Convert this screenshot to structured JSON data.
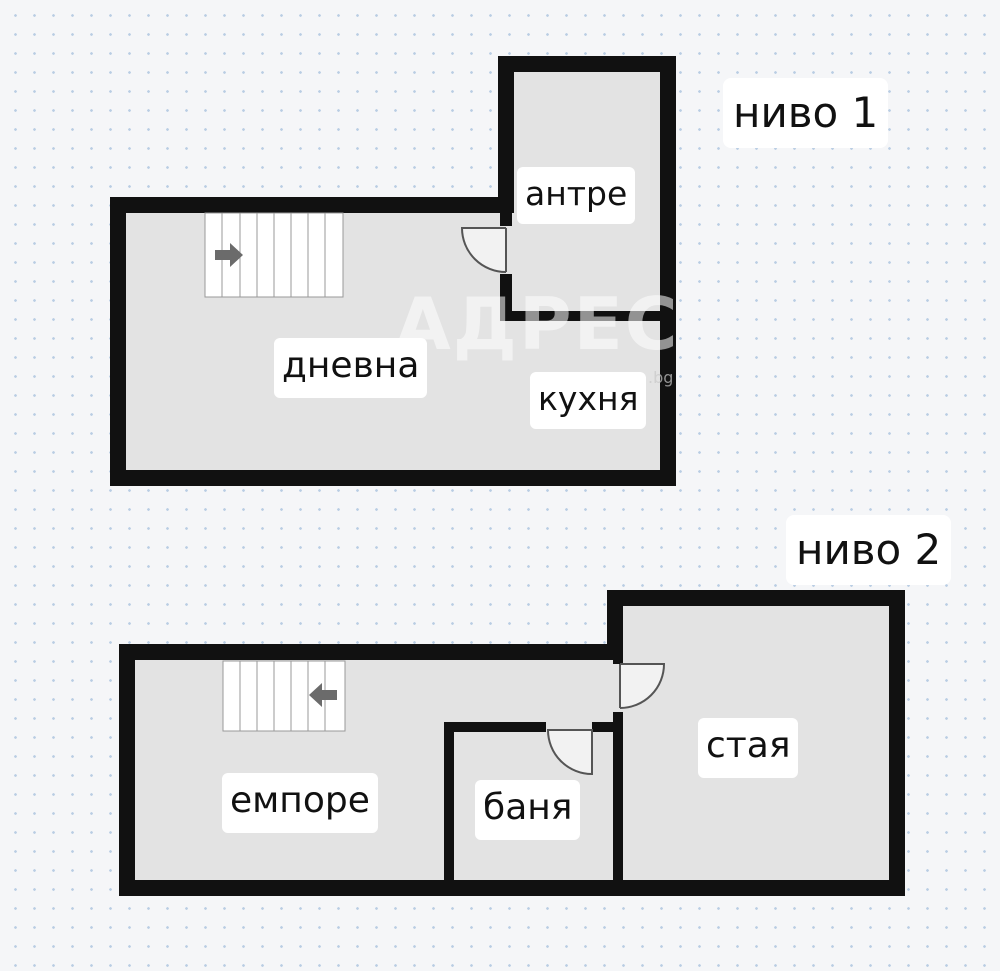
{
  "levels": [
    {
      "label": "ниво 1",
      "rooms": {
        "living": "дневна",
        "hall": "антре",
        "kitchen": "кухня"
      }
    },
    {
      "label": "ниво 2",
      "rooms": {
        "gallery": "емпоре",
        "bathroom": "баня",
        "room": "стая"
      }
    }
  ],
  "watermark": {
    "text": "АДРЕС",
    "sub": ".bg"
  },
  "colors": {
    "wall": "#111111",
    "floor": "#e3e3e3",
    "stairs": "#ffffff",
    "arrow": "#6b6b6b",
    "background": "#f5f6f8"
  }
}
